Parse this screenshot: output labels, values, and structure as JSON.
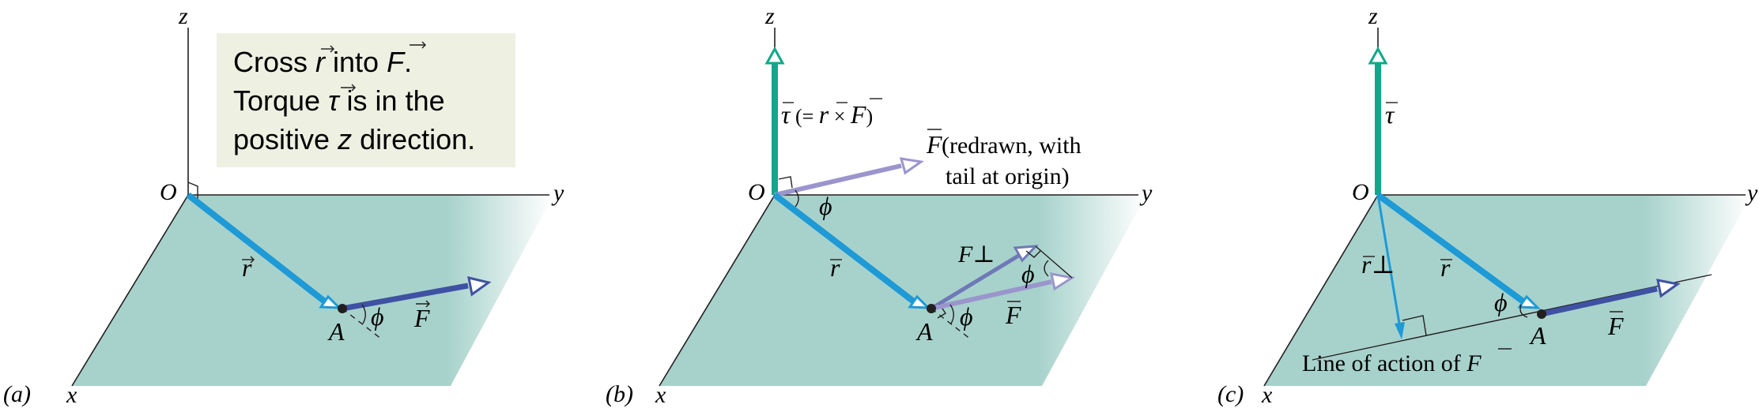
{
  "colors": {
    "plane": "#a7d2cb",
    "r_vector": "#1e9ad6",
    "force_vector": "#3f51a3",
    "force_light": "#9a95cc",
    "torque": "#10a88a",
    "note_bg": "#eef0e2",
    "ink": "#231f20"
  },
  "panels": [
    {
      "label": "(a)",
      "axes": {
        "x": "x",
        "y": "y",
        "z": "z",
        "origin": "O"
      },
      "point": "A",
      "vectors": {
        "r": "r",
        "F": "F"
      },
      "angle": "ϕ",
      "note": {
        "line1_pre": "Cross ",
        "line1_r": "r",
        "line1_mid": " into ",
        "line1_F": "F",
        "line1_end": ".",
        "line2_pre": "Torque ",
        "line2_tau": "τ",
        "line2_end": " is in the",
        "line3_pre": "positive ",
        "line3_z": "z",
        "line3_end": " direction."
      }
    },
    {
      "label": "(b)",
      "axes": {
        "x": "x",
        "y": "y",
        "z": "z",
        "origin": "O"
      },
      "point": "A",
      "vectors": {
        "r": "r",
        "F": "F",
        "F_perp": "F⊥"
      },
      "angle_at_origin": "ϕ",
      "angle_at_tip": "ϕ",
      "angle_at_A": "ϕ",
      "torque_label": {
        "tau": "τ",
        "open": " (= ",
        "r": "r",
        "times": " × ",
        "F": "F",
        "close": ")"
      },
      "redrawn_label": {
        "F": "F",
        "line1": "(redrawn, with",
        "line2": "tail at origin)"
      }
    },
    {
      "label": "(c)",
      "axes": {
        "x": "x",
        "y": "y",
        "z": "z",
        "origin": "O"
      },
      "point": "A",
      "vectors": {
        "r": "r",
        "F": "F",
        "r_perp": "r⊥",
        "tau": "τ"
      },
      "angle": "ϕ",
      "line_of_action": {
        "text": "Line of action of ",
        "F": "F"
      }
    }
  ]
}
